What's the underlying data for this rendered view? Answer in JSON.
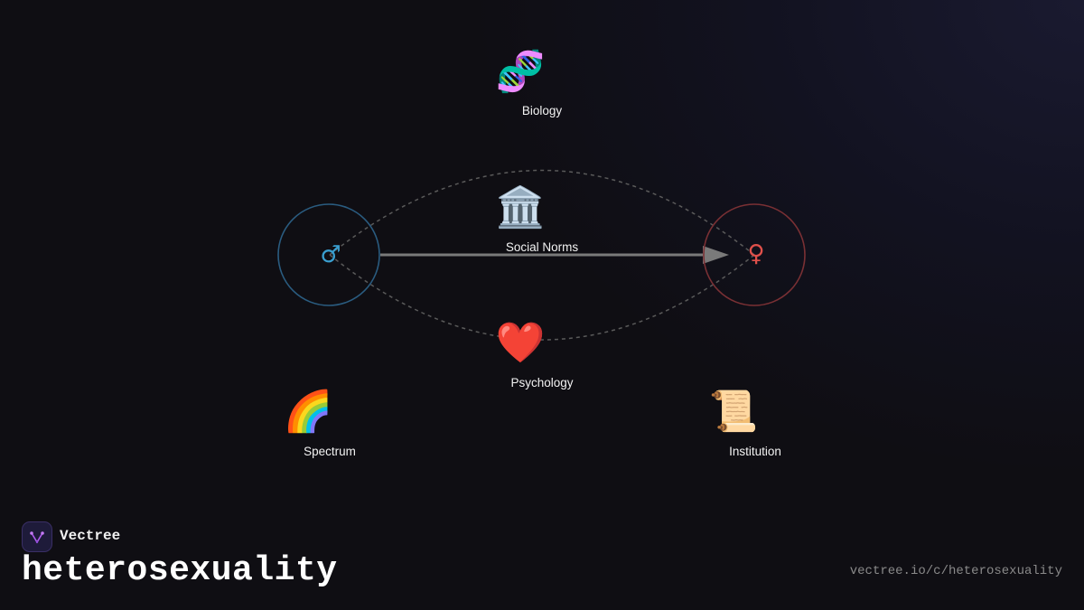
{
  "diagram": {
    "nodes": {
      "male": {
        "symbol": "♂",
        "color": "#3a9fd0"
      },
      "female": {
        "symbol": "♀",
        "color": "#e0504a"
      }
    },
    "factors": [
      {
        "id": "biology",
        "label": "Biology",
        "icon": "🧬",
        "icon_name": "dna-icon"
      },
      {
        "id": "social_norms",
        "label": "Social Norms",
        "icon": "🏛️",
        "icon_name": "classical-building-icon"
      },
      {
        "id": "psychology",
        "label": "Psychology",
        "icon": "❤️",
        "icon_name": "red-heart-icon"
      },
      {
        "id": "spectrum",
        "label": "Spectrum",
        "icon": "🌈",
        "icon_name": "rainbow-icon"
      },
      {
        "id": "institution",
        "label": "Institution",
        "icon": "📜",
        "icon_name": "scroll-icon"
      }
    ],
    "colors": {
      "male_ring": "#2a5c80",
      "female_ring": "#7a3034",
      "arrow": "#7a7a7a",
      "dashed": "#5a5a5a"
    }
  },
  "brand": {
    "name": "Vectree"
  },
  "page": {
    "title": "heterosexuality",
    "url": "vectree.io/c/heterosexuality"
  }
}
